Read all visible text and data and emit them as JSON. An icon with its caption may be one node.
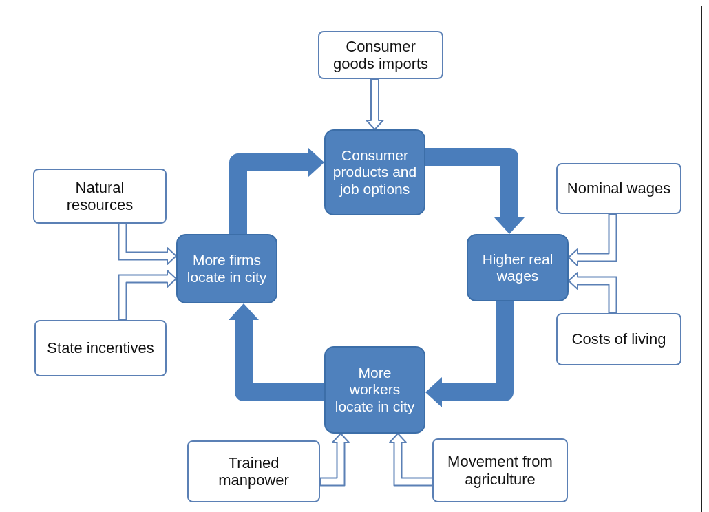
{
  "diagram": {
    "nodes": [
      {
        "text": [
          "Consumer goods imports"
        ]
      },
      {
        "text": [
          "Consumer products and job options"
        ]
      },
      {
        "text": [
          "Natural resources"
        ]
      },
      {
        "text": [
          "More firms locate in city"
        ]
      },
      {
        "text": [
          "Nominal wages"
        ]
      },
      {
        "text": [
          "Higher real wages"
        ]
      },
      {
        "text": [
          "State incentives"
        ]
      },
      {
        "text": [
          "Costs of living"
        ]
      },
      {
        "text": [
          "More workers locate in city"
        ]
      },
      {
        "text": [
          "Trained manpower"
        ]
      },
      {
        "text": [
          "Movement from agriculture"
        ]
      }
    ],
    "edges": [
      {
        "from": 0,
        "to": 1,
        "arrow": "to"
      },
      {
        "from": 2,
        "to": 3,
        "arrow": "to"
      },
      {
        "from": 6,
        "to": 3,
        "arrow": "to"
      },
      {
        "from": 4,
        "to": 5,
        "arrow": "to"
      },
      {
        "from": 7,
        "to": 5,
        "arrow": "to"
      },
      {
        "from": 9,
        "to": 8,
        "arrow": "to"
      },
      {
        "from": 10,
        "to": 8,
        "arrow": "to"
      },
      {
        "from": 3,
        "to": 1,
        "arrow": "to",
        "color": "#4a7dbb"
      },
      {
        "from": 1,
        "to": 5,
        "arrow": "to",
        "color": "#4a7dbb"
      },
      {
        "from": 5,
        "to": 8,
        "arrow": "to",
        "color": "#4a7dbb"
      },
      {
        "from": 8,
        "to": 3,
        "arrow": "to",
        "color": "#4a7dbb"
      }
    ]
  }
}
